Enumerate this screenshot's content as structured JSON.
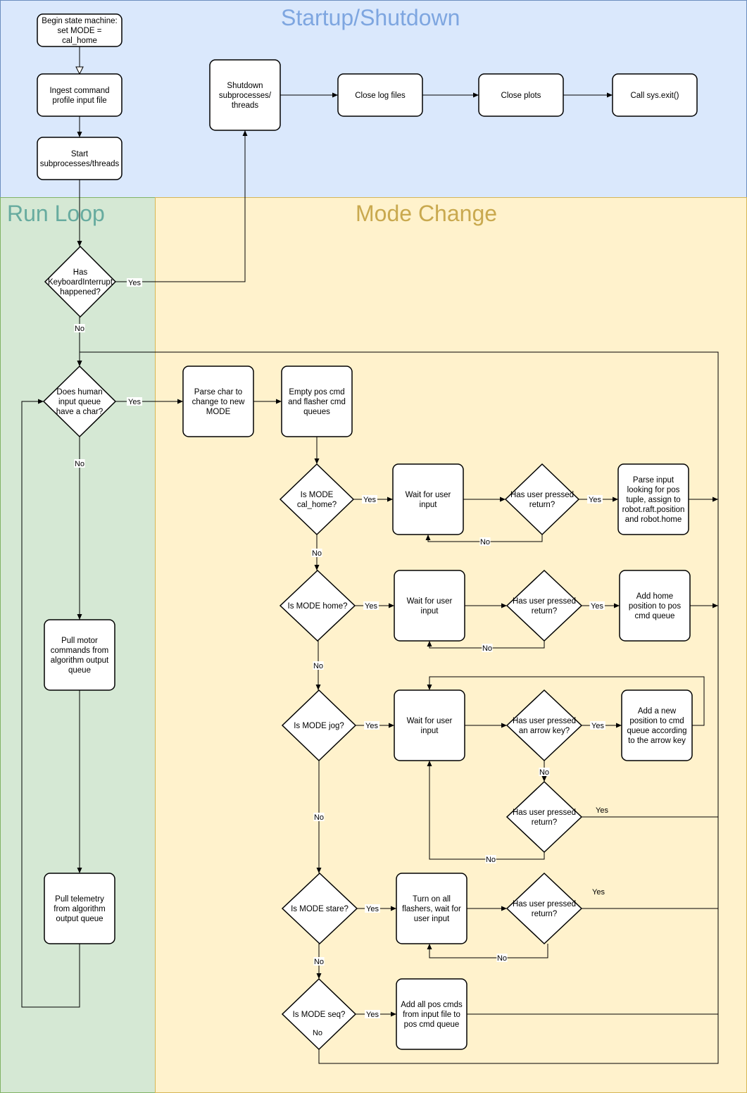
{
  "swimlanes": {
    "startup": {
      "title": "Startup/Shutdown",
      "fill": "#dae8fc",
      "stroke": "#6c8ebf",
      "title_color": "#7ea6e0"
    },
    "run_loop": {
      "title": "Run Loop",
      "fill": "#d5e8d4",
      "stroke": "#82b366",
      "title_color": "#67ab9f"
    },
    "mode_change": {
      "title": "Mode Change",
      "fill": "#fff2cc",
      "stroke": "#d6b656",
      "title_color": "#c9a94f"
    }
  },
  "nodes": {
    "begin": [
      "Begin state machine:",
      "set MODE =",
      "cal_home"
    ],
    "ingest": [
      "Ingest command",
      "profile input file"
    ],
    "start": [
      "Start",
      "subprocesses/threads"
    ],
    "shutdown": [
      "Shutdown",
      "subprocesses/",
      "threads"
    ],
    "close_logs": [
      "Close log files"
    ],
    "close_plots": [
      "Close plots"
    ],
    "sys_exit": [
      "Call sys.exit()"
    ],
    "kbd_interrupt": [
      "Has",
      "KeyboardInterrupt",
      "happened?"
    ],
    "human_input": [
      "Does human",
      "input queue",
      "have a char?"
    ],
    "pull_motor": [
      "Pull motor",
      "commands from",
      "algorithm output",
      "queue"
    ],
    "pull_telemetry": [
      "Pull telemetry",
      "from algorithm",
      "output queue"
    ],
    "parse_char": [
      "Parse char to",
      "change to new",
      "MODE"
    ],
    "empty_queues": [
      "Empty pos cmd",
      "and flasher cmd",
      "queues"
    ],
    "is_cal_home": [
      "Is MODE",
      "cal_home?"
    ],
    "wait_1": [
      "Wait for user",
      "input"
    ],
    "return_1": [
      "Has user pressed",
      "return?"
    ],
    "parse_input": [
      "Parse input",
      "looking for pos",
      "tuple, assign to",
      "robot.raft.position",
      "and robot.home"
    ],
    "is_home": [
      "Is MODE home?"
    ],
    "wait_2": [
      "Wait for user",
      "input"
    ],
    "return_2": [
      "Has user pressed",
      "return?"
    ],
    "add_home": [
      "Add home",
      "position to pos",
      "cmd queue"
    ],
    "is_jog": [
      "Is MODE jog?"
    ],
    "wait_3": [
      "Wait for user",
      "input"
    ],
    "arrow_key": [
      "Has user pressed",
      "an arrow key?"
    ],
    "add_new_pos": [
      "Add a new",
      "position to cmd",
      "queue according",
      "to the arrow key"
    ],
    "return_3": [
      "Has user pressed",
      "return?"
    ],
    "is_stare": [
      "Is MODE stare?"
    ],
    "flashers": [
      "Turn on all",
      "flashers, wait for",
      "user input"
    ],
    "return_4": [
      "Has user pressed",
      "return?"
    ],
    "is_seq": [
      "Is MODE seq?"
    ],
    "add_all": [
      "Add all pos cmds",
      "from input file to",
      "pos cmd queue"
    ]
  },
  "edge_labels": {
    "yes": "Yes",
    "no": "No"
  }
}
